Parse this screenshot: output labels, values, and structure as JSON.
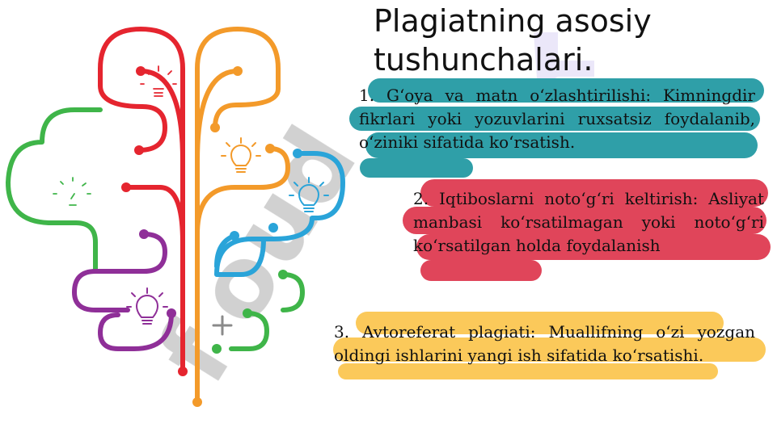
{
  "title": "Plagiatning asosiy tushunchalari.",
  "items": [
    "1. G‘oya va matn o‘zlashtirilishi: Kimningdir fikrlari yoki yozuvlarini ruxsatsiz foydalanib, o‘ziniki sifatida ko‘rsatish.",
    "2. Iqtiboslarni noto‘g‘ri keltirish: Asliyat manbasi ko‘rsatilmagan yoki noto‘g‘ri ko‘rsatilgan holda foydalanish",
    "3. Avtoreferat plagiati: Muallifning o‘zi yozgan oldingi ishlarini yangi ish sifatida ko‘rsatishi."
  ],
  "colors": {
    "item1_highlight": "#2f9fa8",
    "item2_highlight": "#e0455a",
    "item3_highlight": "#fbc95a",
    "brain_red": "#e5252f",
    "brain_orange": "#f39a2a",
    "brain_green": "#3fb549",
    "brain_blue": "#2aa4d9",
    "brain_purple": "#8f2f98"
  },
  "icons": [
    "lightbulb-icon",
    "lightbulb-icon",
    "lightbulb-icon",
    "lightbulb-icon",
    "plus-icon"
  ]
}
